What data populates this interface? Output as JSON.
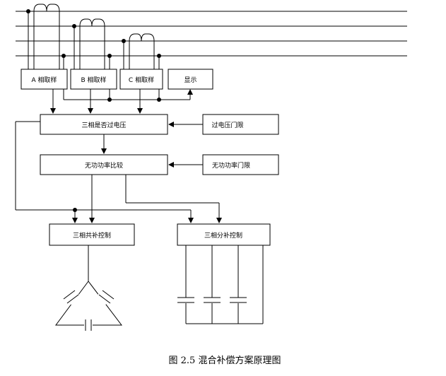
{
  "boxes": {
    "sample_a": "A 相取样",
    "sample_b": "B 相取样",
    "sample_c": "C 相取样",
    "display": "显示",
    "overvoltage_check": "三相是否过电压",
    "overvoltage_threshold": "过电压门限",
    "reactive_compare": "无功功率比较",
    "reactive_threshold": "无功功率门限",
    "common_control": "三相共补控制",
    "split_control": "三相分补控制"
  },
  "caption": "图 2.5  混合补偿方案原理图"
}
